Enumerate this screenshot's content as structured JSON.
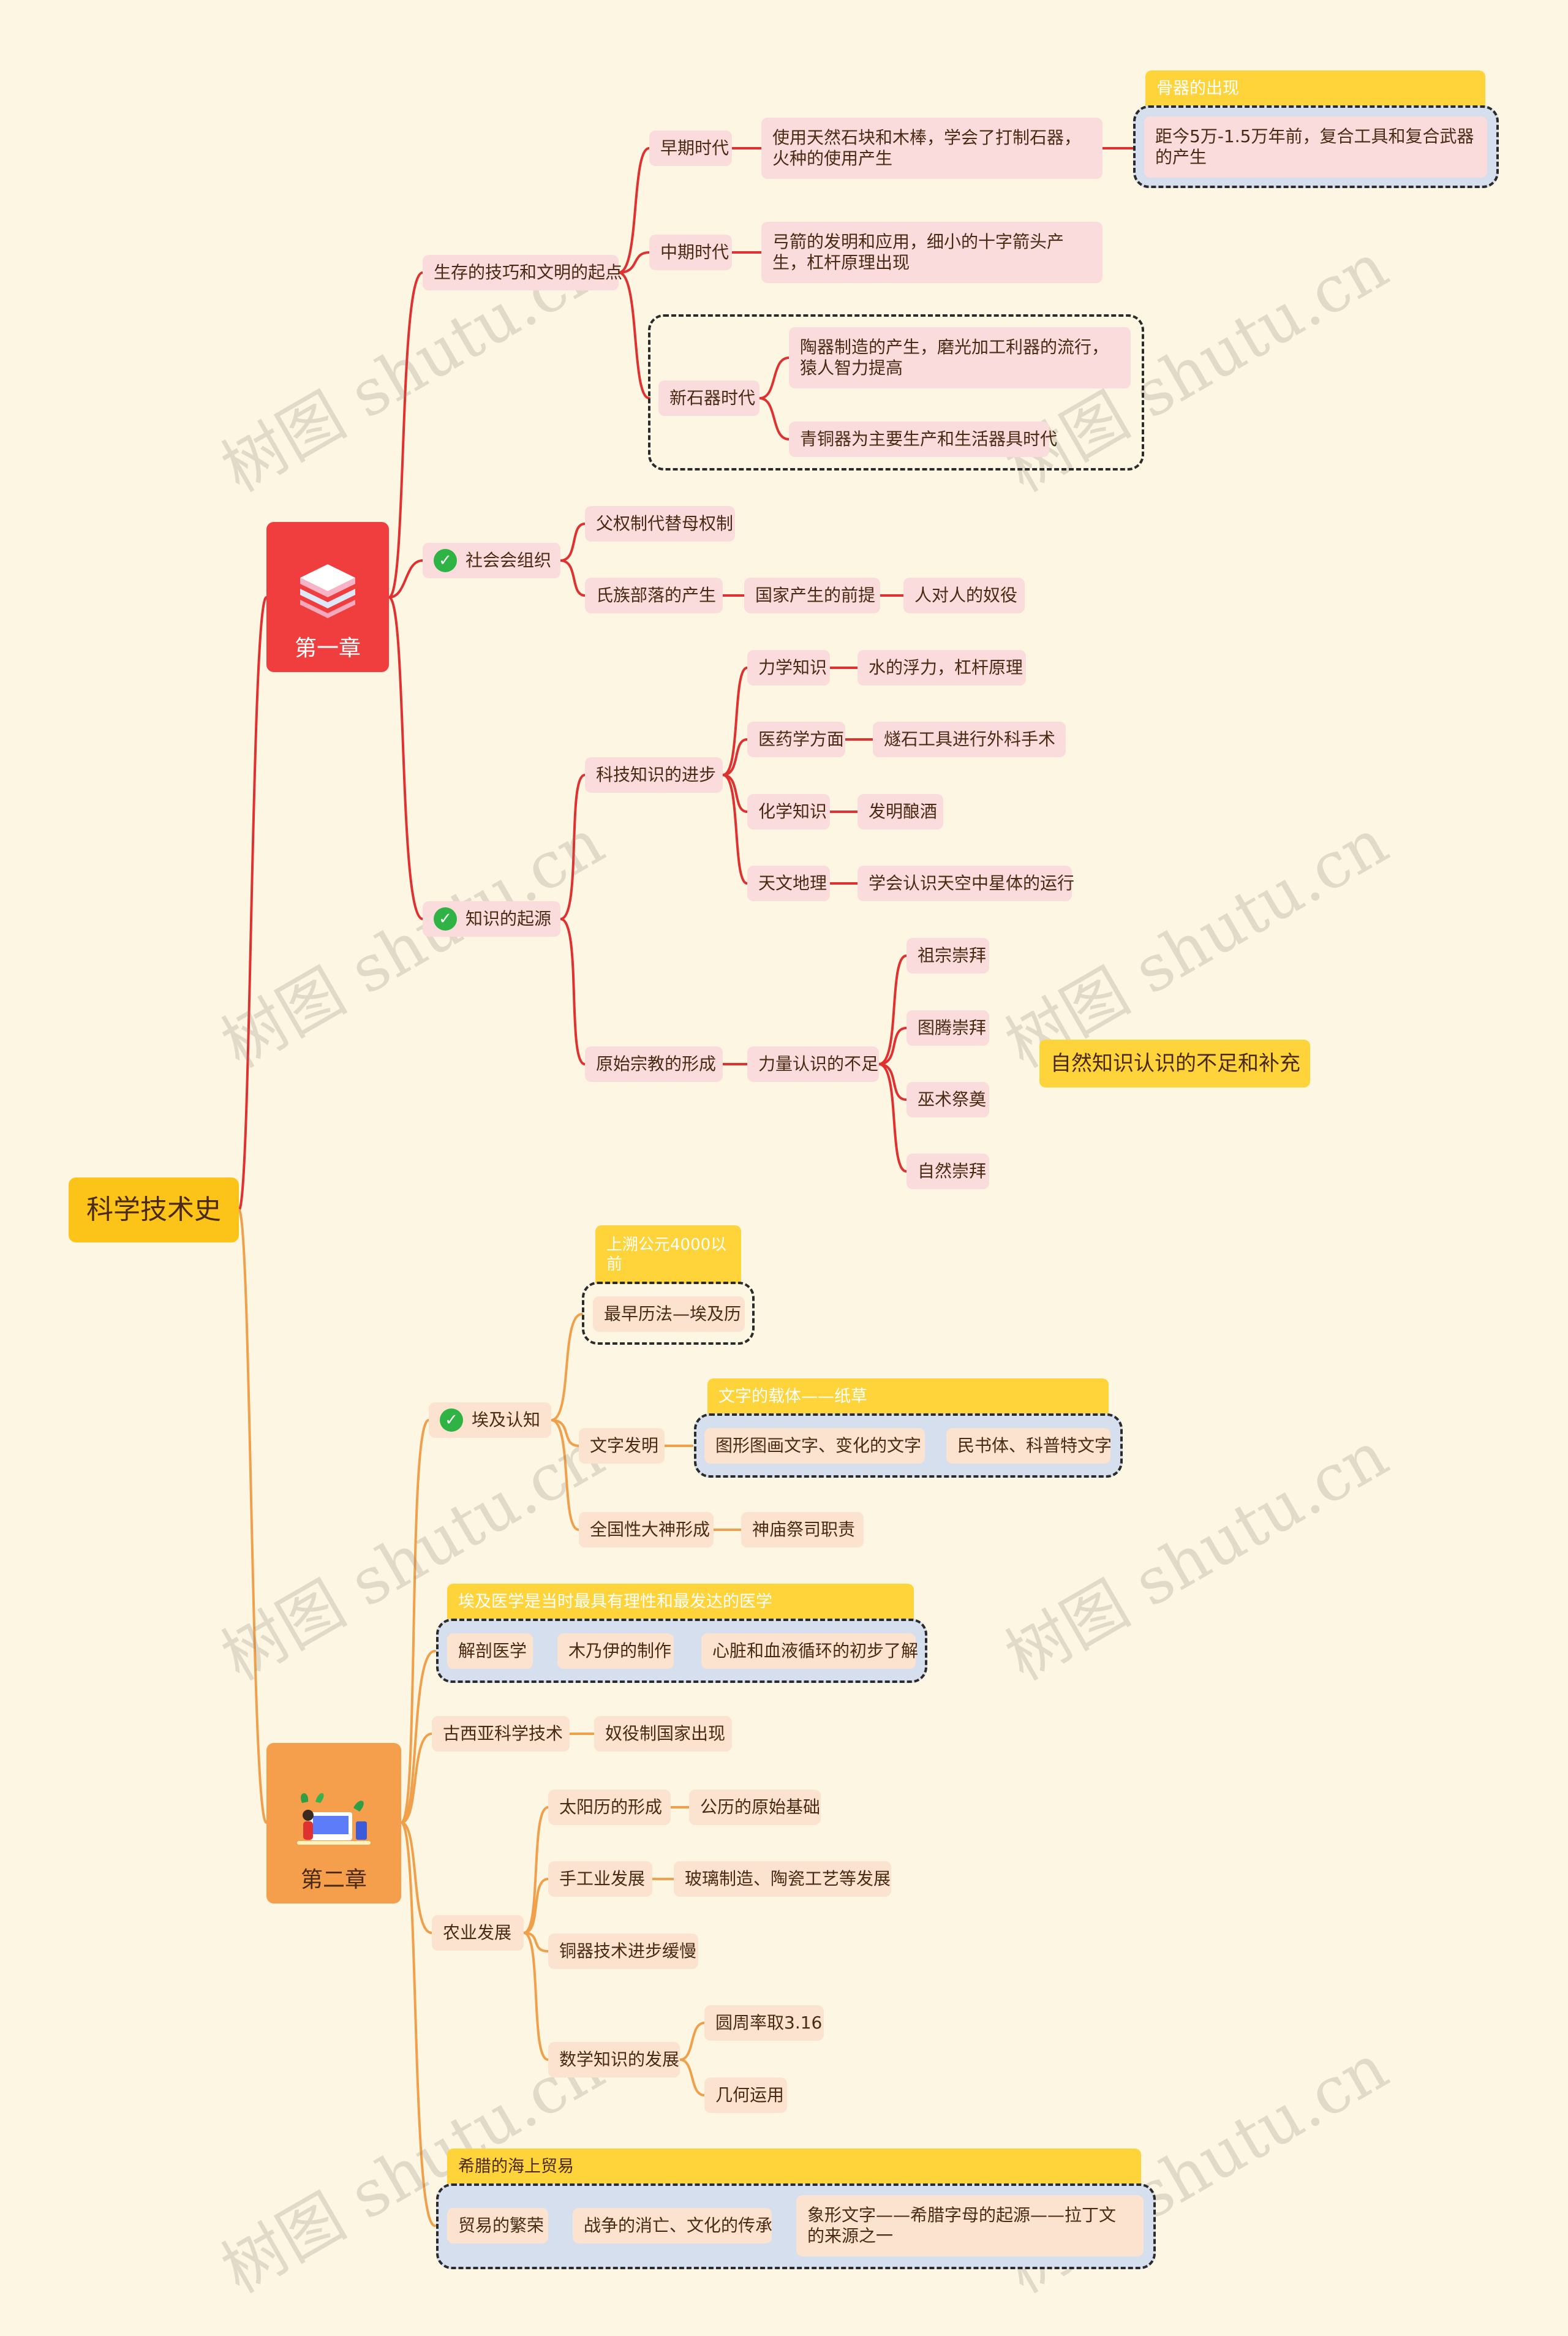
{
  "root": "科学技术史",
  "watermark": "树图 shutu.cn",
  "chapter1": {
    "label": "第一章",
    "icon": "book-stack-icon",
    "survival": {
      "label": "生存的技巧和文明的起点",
      "early": {
        "label": "早期时代",
        "desc": "使用天然石块和木棒，学会了打制石器，火种的使用产生",
        "note_title": "骨器的出现",
        "note_body": "距今5万-1.5万年前，复合工具和复合武器的产生"
      },
      "middle": {
        "label": "中期时代",
        "desc": "弓箭的发明和应用，细小的十字箭头产生，杠杆原理出现"
      },
      "neolithic": {
        "label": "新石器时代",
        "item1": "陶器制造的产生，磨光加工利器的流行，猿人智力提高",
        "item2": "青铜器为主要生产和生活器具时代"
      }
    },
    "society": {
      "label": "社会会组织",
      "item1": "父权制代替母权制",
      "item2": "氏族部落的产生",
      "item2_next": "国家产生的前提",
      "item2_last": "人对人的奴役"
    },
    "knowledge": {
      "label": "知识的起源",
      "tech": {
        "label": "科技知识的进步",
        "rows": [
          {
            "label": "力学知识",
            "desc": "水的浮力，杠杆原理"
          },
          {
            "label": "医药学方面",
            "desc": "燧石工具进行外科手术"
          },
          {
            "label": "化学知识",
            "desc": "发明酿酒"
          },
          {
            "label": "天文地理",
            "desc": "学会认识天空中星体的运行"
          }
        ]
      },
      "religion": {
        "label": "原始宗教的形成",
        "cause": "力量认识的不足",
        "items": [
          "祖宗崇拜",
          "图腾崇拜",
          "巫术祭奠",
          "自然崇拜"
        ],
        "summary": "自然知识认识的不足和补充"
      }
    }
  },
  "chapter2": {
    "label": "第二章",
    "icon": "study-illustration-icon",
    "egypt": {
      "label": "埃及认知",
      "calendar": {
        "label": "最早历法—埃及历",
        "note": "上溯公元4000以前"
      },
      "writing": {
        "label": "文字发明",
        "note": "文字的载体——纸草",
        "item1": "图形图画文字、变化的文字",
        "item2": "民书体、科普特文字"
      },
      "gods": {
        "label": "全国性大神形成",
        "desc": "神庙祭司职责"
      }
    },
    "anatomy": {
      "note": "埃及医学是当时最具有理性和最发达的医学",
      "label": "解剖医学",
      "item1": "木乃伊的制作",
      "item2": "心脏和血液循环的初步了解"
    },
    "westasia": {
      "label": "古西亚科学技术",
      "desc": "奴役制国家出现"
    },
    "agriculture": {
      "label": "农业发展",
      "solar": {
        "label": "太阳历的形成",
        "desc": "公历的原始基础"
      },
      "craft": {
        "label": "手工业发展",
        "desc": "玻璃制造、陶瓷工艺等发展"
      },
      "copper": {
        "label": "铜器技术进步缓慢"
      },
      "math": {
        "label": "数学知识的发展",
        "item1": "圆周率取3.16",
        "item2": "几何运用"
      }
    },
    "trade": {
      "note": "希腊的海上贸易",
      "label": "贸易的繁荣",
      "item1": "战争的消亡、文化的传承",
      "item2": "象形文字——希腊字母的起源——拉丁文的来源之一"
    }
  },
  "colors": {
    "background": "#fdf6e3",
    "chapter1_branch": "#e03131",
    "chapter2_branch": "#f0a04b",
    "root": "#fcc419"
  }
}
